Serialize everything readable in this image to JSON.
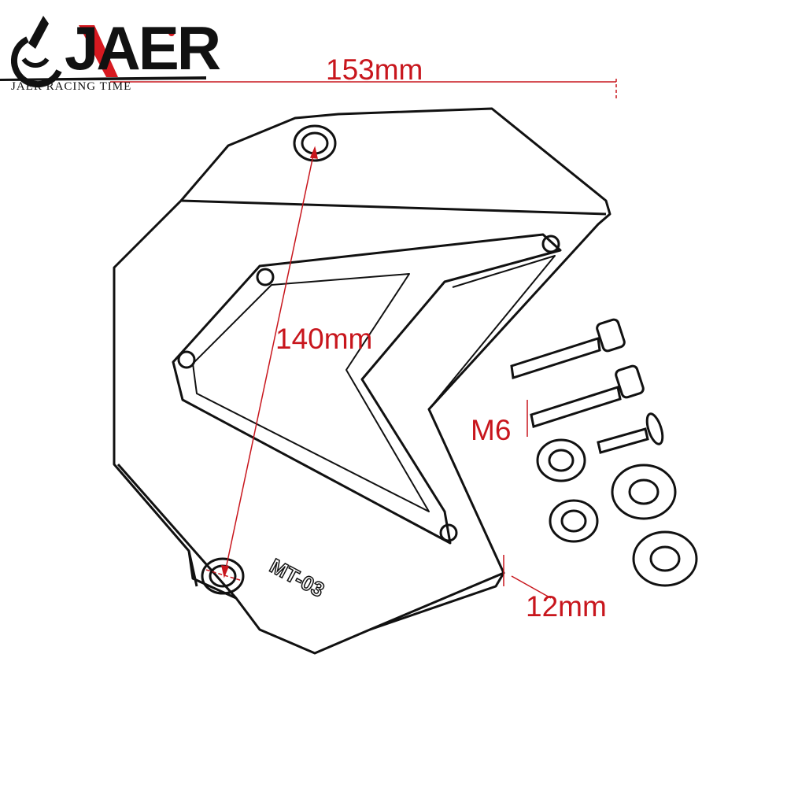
{
  "logo": {
    "wordmark": "JAER",
    "tagline": "JAER RACING TIME",
    "accent_color": "#d71920"
  },
  "part_marking": "MT-03",
  "dimensions": {
    "width": "153mm",
    "hole_spacing": "140mm",
    "thickness": "12mm",
    "bolt_size": "M6"
  },
  "colors": {
    "dimension": "#c8161d",
    "line": "#111111"
  }
}
